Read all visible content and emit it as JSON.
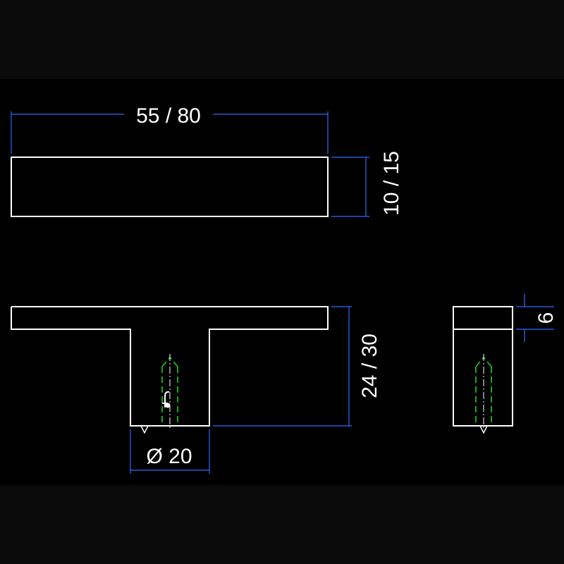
{
  "drawing": {
    "dimensions": {
      "length": "55 / 80",
      "height_top": "10 / 15",
      "overall_height": "24 / 30",
      "diameter": "Ø 20",
      "side_depth": "6"
    }
  },
  "colors": {
    "background": "#000000",
    "outer_band": "#0b0b0b",
    "outline": "#ffffff",
    "dimension_line": "#2b6cff",
    "hidden_line": "#22cc22"
  }
}
